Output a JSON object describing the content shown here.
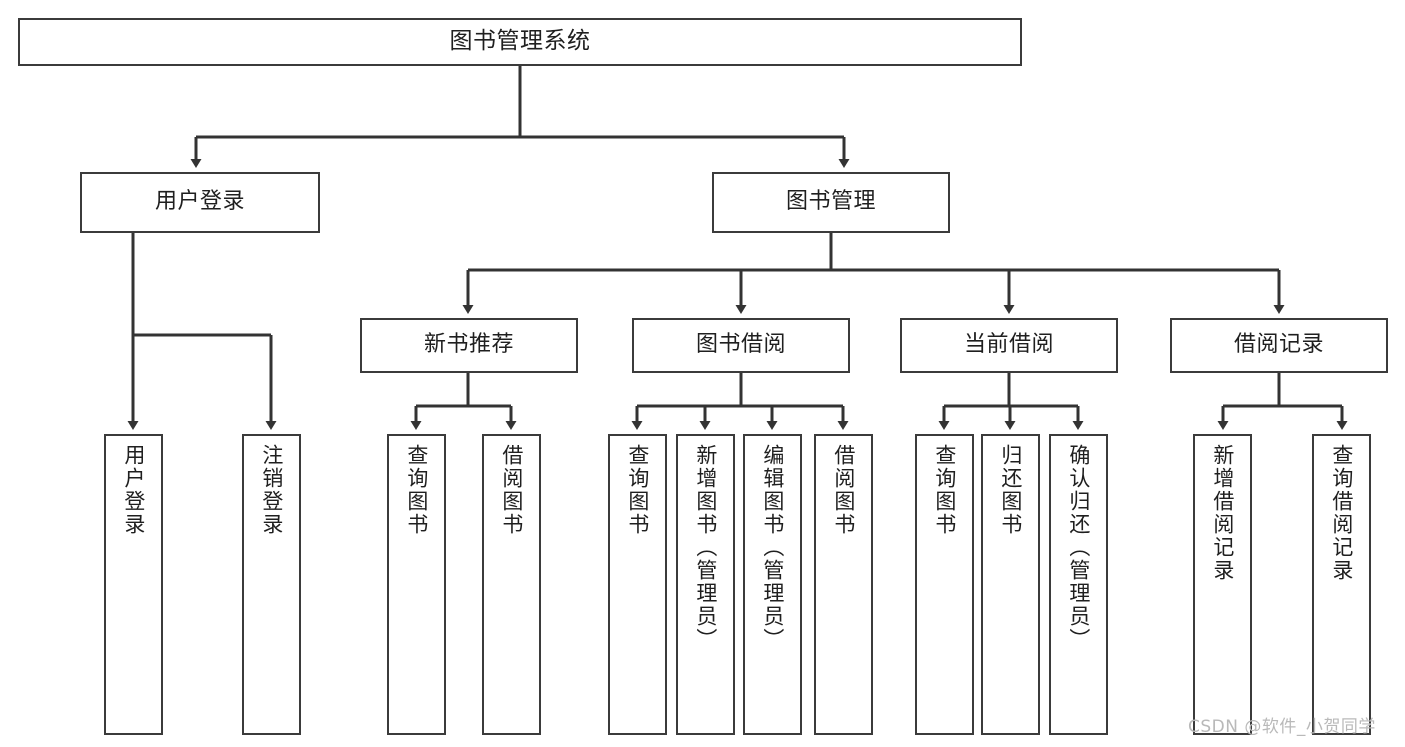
{
  "diagram": {
    "title": "图书管理系统",
    "type": "tree-hierarchy",
    "watermark": "CSDN @软件_小贺同学",
    "colors": {
      "background": "#ffffff",
      "box_border": "#3b3b3b",
      "box_fill": "#ffffff",
      "text": "#1f1f1f",
      "connector": "#333333",
      "watermark": "#b9b9b9"
    },
    "root": {
      "id": "root",
      "label": "图书管理系统"
    },
    "level2": [
      {
        "id": "user-login",
        "label": "用户登录"
      },
      {
        "id": "book-manage",
        "label": "图书管理"
      }
    ],
    "level3": [
      {
        "id": "new-book-recommend",
        "label": "新书推荐",
        "parent": "book-manage"
      },
      {
        "id": "book-borrow",
        "label": "图书借阅",
        "parent": "book-manage"
      },
      {
        "id": "current-borrow",
        "label": "当前借阅",
        "parent": "book-manage"
      },
      {
        "id": "borrow-record",
        "label": "借阅记录",
        "parent": "book-manage"
      }
    ],
    "leaves": [
      {
        "id": "leaf-user-login",
        "label": "用户登录",
        "parent": "user-login"
      },
      {
        "id": "leaf-logout-login",
        "label": "注销登录",
        "parent": "user-login"
      },
      {
        "id": "leaf-query-book-1",
        "label": "查询图书",
        "parent": "new-book-recommend"
      },
      {
        "id": "leaf-borrow-book-1",
        "label": "借阅图书",
        "parent": "new-book-recommend"
      },
      {
        "id": "leaf-query-book-2",
        "label": "查询图书",
        "parent": "book-borrow"
      },
      {
        "id": "leaf-add-book",
        "label": "新增图书（管理员）",
        "parent": "book-borrow"
      },
      {
        "id": "leaf-edit-book",
        "label": "编辑图书（管理员）",
        "parent": "book-borrow"
      },
      {
        "id": "leaf-borrow-book-2",
        "label": "借阅图书",
        "parent": "book-borrow"
      },
      {
        "id": "leaf-query-book-3",
        "label": "查询图书",
        "parent": "current-borrow"
      },
      {
        "id": "leaf-return-book",
        "label": "归还图书",
        "parent": "current-borrow"
      },
      {
        "id": "leaf-confirm-return",
        "label": "确认归还（管理员）",
        "parent": "current-borrow"
      },
      {
        "id": "leaf-add-record",
        "label": "新增借阅记录",
        "parent": "borrow-record"
      },
      {
        "id": "leaf-query-record",
        "label": "查询借阅记录",
        "parent": "borrow-record"
      }
    ]
  }
}
